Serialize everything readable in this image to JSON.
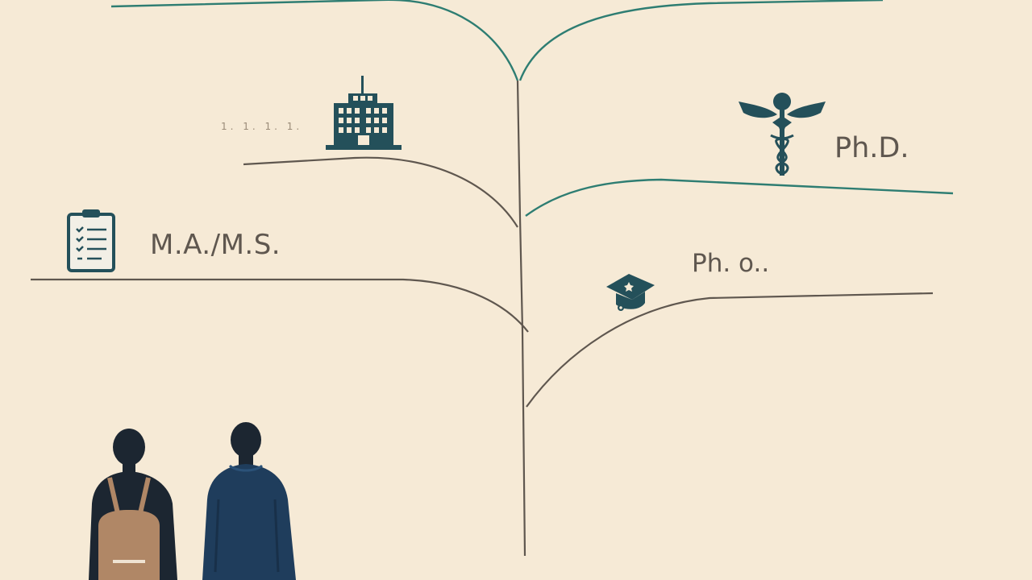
{
  "scene": {
    "background_color": "#f6ead6",
    "path_colors": {
      "teal": "#2e7d72",
      "brown": "#5f574f"
    }
  },
  "labels": {
    "masters": "M.A./M.S.",
    "phd": "Ph.D.",
    "pho": "Ph. o..",
    "small_text": "1. 1. 1. 1."
  },
  "icons": {
    "building": "office-building-icon",
    "clipboard": "clipboard-checklist-icon",
    "caduceus": "caduceus-medical-icon",
    "graduation_cap": "graduation-cap-icon",
    "students": "students-figures"
  }
}
